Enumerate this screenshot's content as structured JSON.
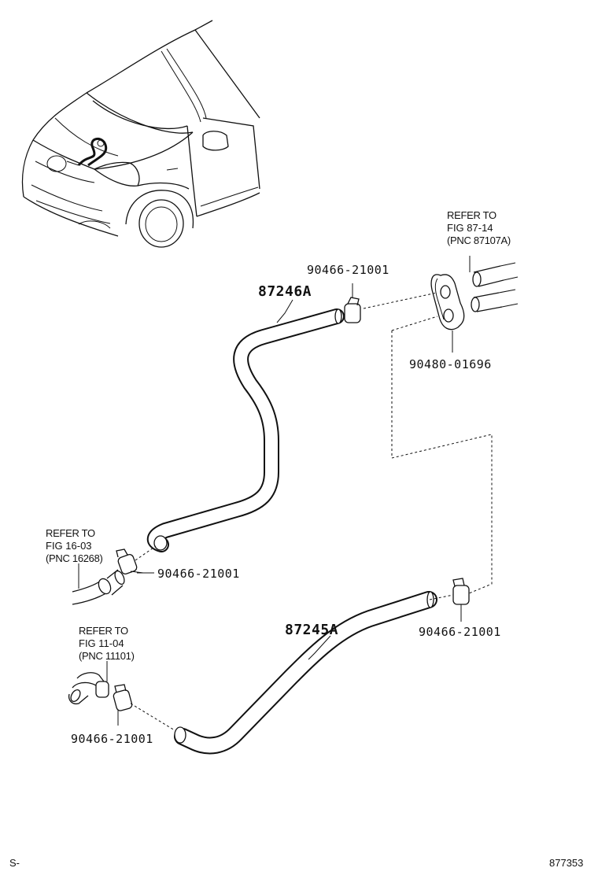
{
  "parts": {
    "hose_upper": "87246A",
    "hose_lower": "87245A",
    "grommet": "90480-01696",
    "clip_top": "90466-21001",
    "clip_mid_left": "90466-21001",
    "clip_right": "90466-21001",
    "clip_bottom_left": "90466-21001"
  },
  "references": {
    "heater_valve": {
      "line1": "REFER TO",
      "line2": "FIG 87-14",
      "line3": "(PNC 87107A)"
    },
    "water_outlet": {
      "line1": "REFER TO",
      "line2": "FIG 16-03",
      "line3": "(PNC 16268)"
    },
    "water_inlet": {
      "line1": "REFER TO",
      "line2": "FIG 11-04",
      "line3": "(PNC 11101)"
    }
  },
  "footer": {
    "left_mark": "S-",
    "illustration_number": "877353"
  }
}
